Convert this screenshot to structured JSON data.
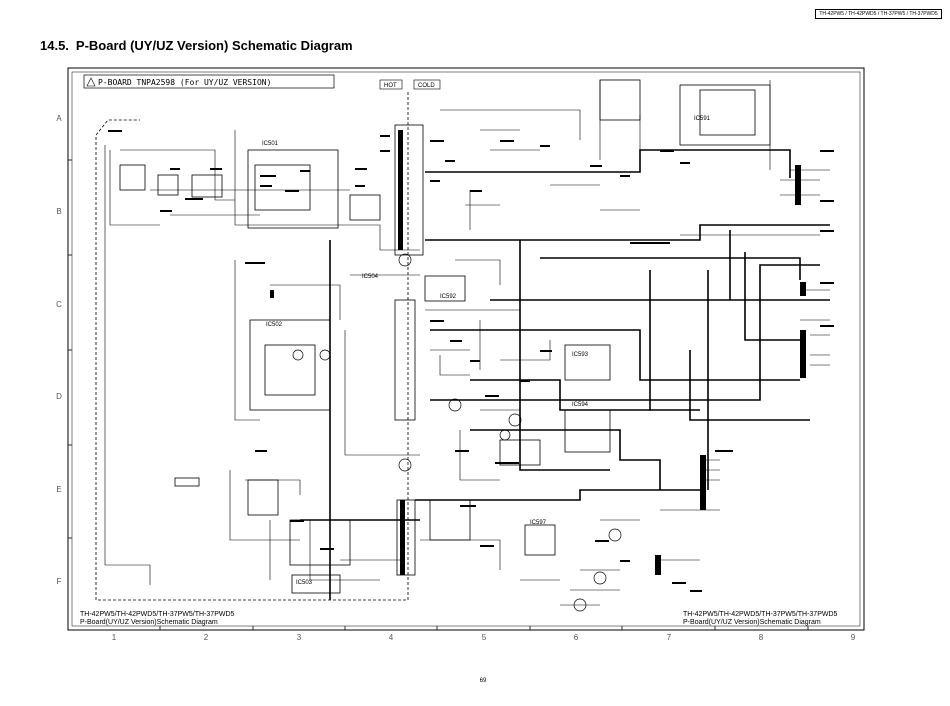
{
  "header": {
    "model_box": "TH-42PW5 / TH-42PWD5 / TH-37PW5 / TH-37PWD5"
  },
  "title": {
    "number": "14.5.",
    "text": "P-Board (UY/UZ Version) Schematic Diagram"
  },
  "board_label": "P-BOARD   TNPA2598 (For UY/UZ VERSION)",
  "zone_labels": {
    "hot": "HOT",
    "cold": "COLD"
  },
  "row_labels": [
    "A",
    "B",
    "C",
    "D",
    "E",
    "F"
  ],
  "column_labels": [
    "1",
    "2",
    "3",
    "4",
    "5",
    "6",
    "7",
    "8",
    "9"
  ],
  "ic_labels": [
    "IC501",
    "IC591",
    "IC502",
    "IC503",
    "IC504",
    "IC592",
    "IC593",
    "IC594",
    "IC597"
  ],
  "caption_left": {
    "line1": "TH-42PW5/TH-42PWD5/TH-37PW5/TH-37PWD5",
    "line2": "P-Board(UY/UZ Version)Schematic Diagram"
  },
  "caption_right": {
    "line1": "TH-42PW5/TH-42PWD5/TH-37PW5/TH-37PWD5",
    "line2": "P-Board(UY/UZ Version)Schematic Diagram"
  },
  "page_number": "69"
}
